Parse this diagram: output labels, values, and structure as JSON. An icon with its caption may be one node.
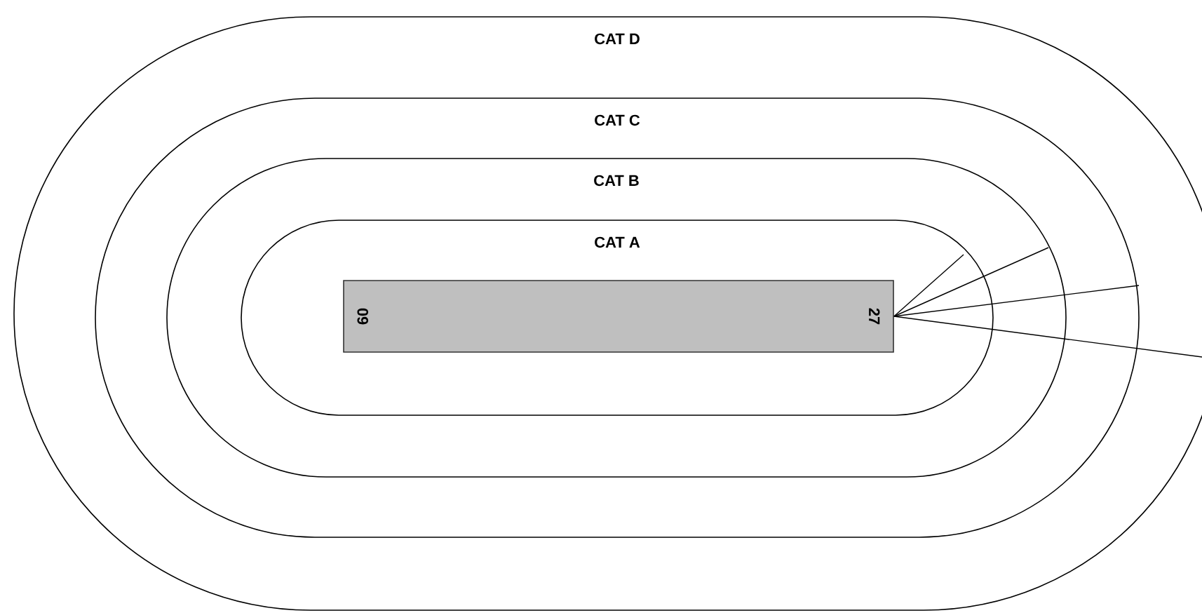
{
  "diagram": {
    "nodes": [
      {
        "text": [
          "CAT D"
        ]
      },
      {
        "text": [
          "CAT C"
        ],
        "in": 0
      },
      {
        "text": [
          "CAT B"
        ],
        "in": 1
      },
      {
        "text": [
          "CAT A"
        ],
        "in": 2
      },
      {
        "text": [
          "60",
          "27"
        ],
        "in": 3
      }
    ],
    "edges": [
      {
        "from": 4,
        "to": 3,
        "arrow": "none"
      },
      {
        "from": 4,
        "to": 2,
        "arrow": "none"
      },
      {
        "from": 4,
        "to": 1,
        "arrow": "none"
      },
      {
        "from": 4,
        "to": 0,
        "arrow": "none"
      }
    ]
  }
}
